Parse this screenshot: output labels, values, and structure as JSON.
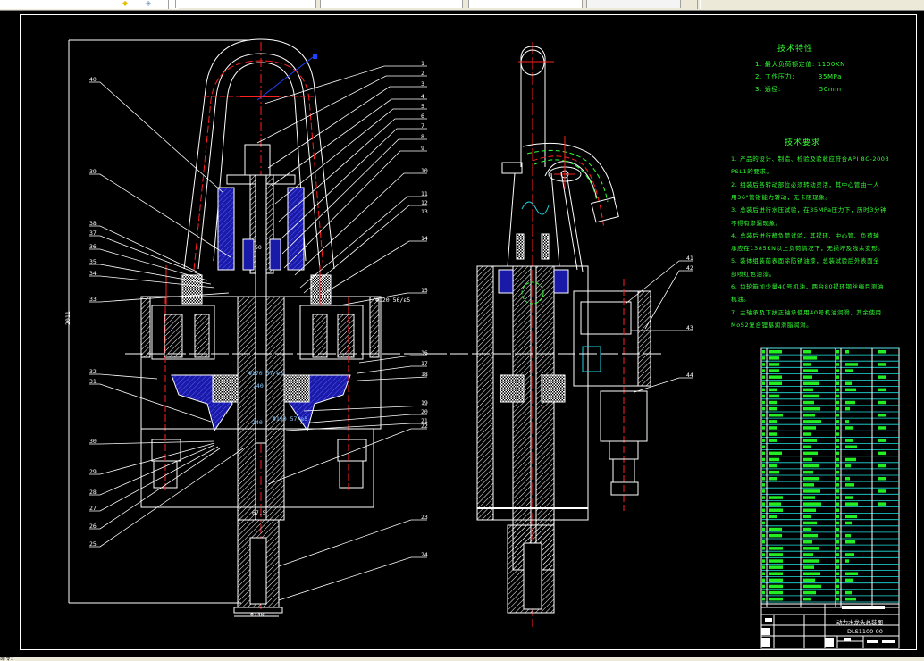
{
  "window": {
    "toolbar_fields": [
      "",
      "",
      "",
      ""
    ],
    "status_text": "命令:"
  },
  "drawing": {
    "overall_height_dim": "2011",
    "bottom_diameter_dim": "Φ140",
    "dims": {
      "d120_flange": "Φ120 56/ε5",
      "d170": "Φ170 57/e5",
      "d240": "240",
      "d50": "50",
      "d190": "Φ190 57/e5",
      "d240b": "240",
      "d67_5": "67.5"
    },
    "callouts_right": [
      "1",
      "2",
      "3",
      "4",
      "5",
      "6",
      "7",
      "8",
      "9",
      "10",
      "11",
      "12",
      "13",
      "14",
      "15",
      "16",
      "17",
      "18",
      "19",
      "20",
      "21",
      "22",
      "23",
      "24"
    ],
    "callouts_left": [
      "40",
      "39",
      "38",
      "37",
      "36",
      "35",
      "34",
      "33",
      "32",
      "31",
      "30",
      "29",
      "28",
      "27",
      "26",
      "25"
    ],
    "callouts_side": [
      "41",
      "42",
      "43",
      "44"
    ]
  },
  "specs": {
    "title": "技术特性",
    "items": [
      {
        "num": "1.",
        "label": "最大负荷额定值:",
        "value": "1100KN"
      },
      {
        "num": "2.",
        "label": "工作压力:",
        "value": "35MPa"
      },
      {
        "num": "3.",
        "label": "通径:",
        "value": "50mm"
      }
    ]
  },
  "requirements": {
    "title": "技术要求",
    "lines": [
      "1.  产品的设计、制造、检验及验收应符合API 8C-2003",
      "    PSL1的要求。",
      "2.  组装后各转动部位必须转动灵活，其中心管由一人",
      "    用36\"管钳能力转动，无卡阻现象。",
      "3.  总装后进行水压试验，在35MPa压力下，历时3分钟",
      "    不得有渗漏现象。",
      "4.  总装后进行静负荷试验，其提环、中心管、负荷轴",
      "    承应在1385KN以上负荷情况下，无损坏及残余变形。",
      "5.  装体组装前表面涂防锈油漆，总装试验后外表面全",
      "    部喷红色油漆。",
      "6.  齿轮箱加少量40号机油，两台80提环钢丝绳目测油",
      "    机油。",
      "7.  主轴承及下扶正轴承使用40号机油润滑，其余使用",
      "    MoS2复合锂基润滑脂润滑。"
    ]
  },
  "title_block": {
    "drawing_name": "动力水龙头总装图",
    "drawing_number": "DLS1100-00"
  },
  "parts_table": {
    "row_count": 40
  }
}
